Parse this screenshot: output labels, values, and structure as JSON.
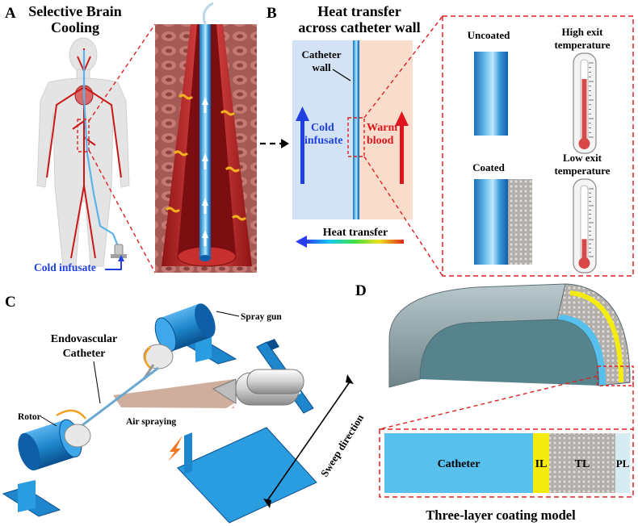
{
  "panels": {
    "a": {
      "letter": "A",
      "title_line1": "Selective Brain",
      "title_line2": "Cooling",
      "infusate_label": "Cold infusate"
    },
    "b": {
      "letter": "B",
      "title_line1": "Heat transfer",
      "title_line2": "across catheter wall",
      "wall_label_line1": "Catheter",
      "wall_label_line2": "wall",
      "cold_line1": "Cold",
      "cold_line2": "infusate",
      "warm_line1": "Warm",
      "warm_line2": "blood",
      "heat_transfer": "Heat transfer",
      "uncoated": "Uncoated",
      "coated": "Coated",
      "high_exit_line1": "High exit",
      "high_exit_line2": "temperature",
      "low_exit_line1": "Low exit",
      "low_exit_line2": "temperature"
    },
    "c": {
      "letter": "C",
      "spray_gun": "Spray gun",
      "endovascular_line1": "Endovascular",
      "endovascular_line2": "Catheter",
      "rotor": "Rotor",
      "air_spraying": "Air spraying",
      "sweep_direction": "Sweep direction"
    },
    "d": {
      "letter": "D",
      "layer_catheter": "Catheter",
      "layer_il": "IL",
      "layer_tl": "TL",
      "layer_pl": "PL",
      "caption": "Three-layer coating model"
    }
  },
  "thermometer_levels": {
    "high": 0.78,
    "low": 0.3
  },
  "colors": {
    "cold": "#1f3fe0",
    "warm": "#e0141c",
    "dashed": "#e02020",
    "catheter_blue": "#58c0ec",
    "il_yellow": "#f4ec10",
    "pl_light": "#d6ecf2",
    "mercury": "#d84848",
    "device_blue": "#1e86cc"
  },
  "icons": {
    "arrow_cold": "up-arrow-icon",
    "arrow_warm": "up-arrow-icon",
    "arrow_heat": "left-arrow-icon",
    "thermometer": "thermometer-icon"
  }
}
